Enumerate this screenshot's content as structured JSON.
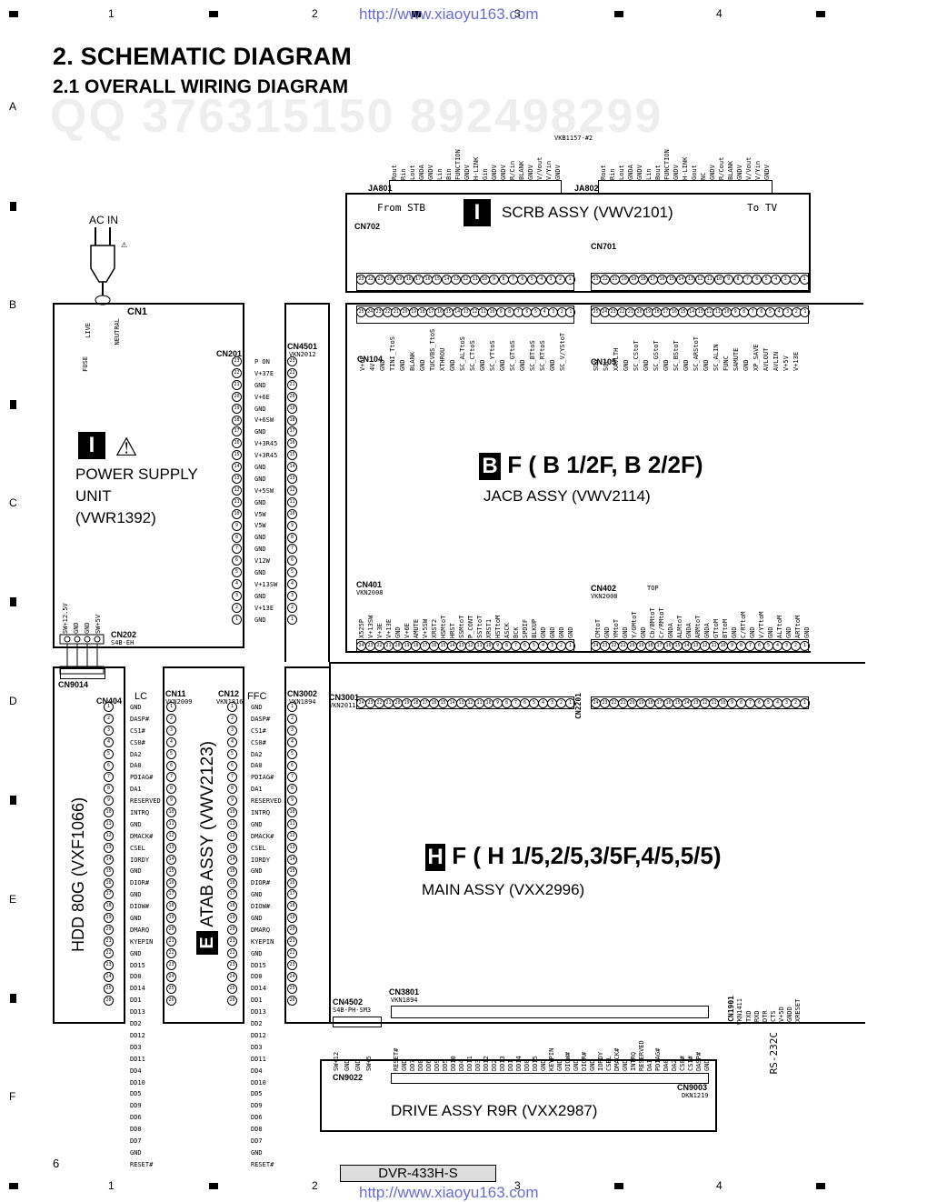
{
  "grid": {
    "columns": [
      "1",
      "2",
      "3",
      "4"
    ],
    "rows": [
      "A",
      "B",
      "C",
      "D",
      "E",
      "F"
    ]
  },
  "watermark": {
    "url": "http://www.xiaoyu163.com",
    "qq": "QQ 376315150   892498299"
  },
  "page": {
    "title": "2. SCHEMATIC DIAGRAM",
    "subtitle": "2.1 OVERALL WIRING DIAGRAM",
    "page_number": "6",
    "model": "DVR-433H-S"
  },
  "power_supply": {
    "ac_in": "AC IN",
    "badge": "I",
    "name_line1": "POWER SUPPLY",
    "name_line2": "UNIT",
    "part": "(VWR1392)",
    "cn1": "CN1",
    "cn201": "CN201",
    "cn202": "CN202",
    "cn202_part": "S4B-EH",
    "fuse": "FUSE",
    "live": "LIVE",
    "neutral": "NEUTRAL",
    "cn201_pins": [
      "P ON",
      "V+37E",
      "GND",
      "V+6E",
      "GND",
      "V+6SW",
      "GND",
      "V+3R45",
      "V+3R45",
      "GND",
      "GND",
      "V+5SW",
      "GND",
      "V5W",
      "V5W",
      "GND",
      "GND",
      "V12W",
      "GND",
      "V+13SW",
      "GND",
      "V+13E",
      "GND"
    ],
    "cn202_pins": [
      "SW+12.5V",
      "GND",
      "GND",
      "SW+5V"
    ]
  },
  "cn4501": {
    "label": "CN4501",
    "part": "VKN2012"
  },
  "scrb": {
    "badge": "I",
    "name": "SCRB ASSY (VWV2101)",
    "from_stb": "From STB",
    "to_tv": "To TV",
    "ja801": "JA801",
    "ja802": "JA802",
    "vkb": "VKB1157-#2",
    "cn702": "CN702",
    "cn701": "CN701",
    "ja801_pins": [
      "Rout",
      "Rin",
      "Lout",
      "GNDA",
      "GNDV",
      "Lin",
      "Bin",
      "FUNCTION",
      "GNDV",
      "H-LINK",
      "Gin",
      "GNDV",
      "GNDV",
      "R/Cin",
      "BLANK",
      "GNDV",
      "V/Vout",
      "V/Yin",
      "GNDV"
    ],
    "ja802_pins": [
      "Rout",
      "Rin",
      "Lout",
      "GNDA",
      "GNDV",
      "Lin",
      "Bout",
      "FUNCTION",
      "GNDV",
      "H-LINK",
      "Gout",
      "NC",
      "GNDV",
      "R/Cout",
      "BLANK",
      "GNDV",
      "V/Vout",
      "V/Yin",
      "GNDV"
    ]
  },
  "jacb": {
    "badge": "B",
    "title": "F ( B 1/2F, B 2/2F)",
    "name": "JACB ASSY (VWV2114)",
    "cn104": "CN104",
    "cn105": "CN105",
    "cn401": "CN401",
    "cn401_part": "VKN2008",
    "cn402": "CN402",
    "cn402_part": "VKN2008",
    "top": "TOP",
    "cn104_pins": [
      "V+6E",
      "4V",
      "GND",
      "TINI_TtoS",
      "GND",
      "BLANK",
      "GND",
      "TUCVBS_TtoS",
      "XTHROU",
      "GND",
      "SC_ALTtoS",
      "SC_CTtoS",
      "GND",
      "SC_YTtoS",
      "GND",
      "SC_GTtoS",
      "GND",
      "SC_BTtoS",
      "SC_RTtoS",
      "GND",
      "SC_V/YStoT"
    ],
    "cn105_pins": [
      "SDA",
      "SCL",
      "XAVLTH",
      "GND",
      "SC_CStoT",
      "GND",
      "SC_GStoT",
      "GND",
      "SC_BStoT",
      "GND",
      "SC_ARStoT",
      "GND",
      "SC_ALIN",
      "FUNC",
      "SAMUTE",
      "GND",
      "XP_SAVE",
      "AVLOUT",
      "AVLIN",
      "V+5V",
      "V+13E"
    ],
    "cn401_pins": [
      "X525P",
      "V+13SW",
      "V+3E",
      "V+13E",
      "GND",
      "V+6E",
      "AMUTE",
      "V+5SW",
      "XRST2",
      "HSMtoT",
      "HRST",
      "SSMtoT",
      "P_CONT",
      "SSTtoT",
      "XRST1",
      "HSTtoM",
      "ASCK",
      "BCK",
      "SPDIF",
      "BLKUP",
      "GND",
      "GND",
      "GND",
      "GND"
    ],
    "cn402_pins": [
      "CMtoT",
      "GND",
      "YMtoT",
      "GND",
      "Y/GMtoT",
      "GND",
      "Cb/BMtoT",
      "Cr/RMtoT",
      "GNDA",
      "ALMtoT",
      "GNDA",
      "ARMtoT",
      "GNDA",
      "GTtoM",
      "BTtoM",
      "GND",
      "C/RTtoM",
      "GND",
      "V/YTtoM",
      "GND",
      "ALTtoM",
      "GND",
      "ARTtoM",
      "GND"
    ]
  },
  "main": {
    "badge": "H",
    "title": "F ( H 1/5,2/5,3/5F,4/5,5/5)",
    "name": "MAIN ASSY (VXX2996)",
    "cn3001": "CN3001",
    "cn3001_part": "VKN2011",
    "cn2201": "CN2201",
    "cn3002": "CN3002",
    "cn3002_part": "VKN1894",
    "cn3801": "CN3801",
    "cn3801_part": "VKN1894",
    "cn4502": "CN4502",
    "cn4502_part": "S4B-PH-SM3",
    "cn1901": "CN1901",
    "cn1901_part": "VKN1411",
    "rs232c": "RS-232C",
    "cn1901_pins": [
      "TXD",
      "RXD",
      "DTR",
      "CTS",
      "V+5D",
      "GNDD",
      "XRESET"
    ]
  },
  "hdd": {
    "name": "HDD 80G (VXF1066)",
    "cn9014": "CN9014",
    "cn404": "CN404",
    "pins": [
      "GND",
      "DASP#",
      "CS1#",
      "CS0#",
      "DA2",
      "DA0",
      "PDIAG#",
      "DA1",
      "RESERVED",
      "INTRQ",
      "GND",
      "DMACK#",
      "CSEL",
      "IORDY",
      "GND",
      "DIOR#",
      "GND",
      "DIOW#",
      "GND",
      "DMARQ",
      "KYEPIN",
      "GND",
      "DD15",
      "DD0",
      "DD14",
      "DD1",
      "DD13",
      "DD2",
      "DD12",
      "DD3",
      "DD11",
      "DD4",
      "DD10",
      "DD5",
      "DD9",
      "DD6",
      "DD8",
      "DD7",
      "GND",
      "RESET#"
    ]
  },
  "atab": {
    "badge": "E",
    "name": "ATAB ASSY (VWV2123)",
    "lc": "LC",
    "ffc": "FFC",
    "cn11": "CN11",
    "cn11_part": "VKN2009",
    "cn12": "CN12",
    "cn12_part": "VKN1816"
  },
  "drive": {
    "name": "DRIVE ASSY R9R (VXX2987)",
    "cn9022": "CN9022",
    "cn9003": "CN9003",
    "cn9003_part": "DKN1219",
    "cn9022_pins": [
      "SW+12",
      "GND",
      "GND",
      "SW+5"
    ],
    "cn3801_pins": [
      "RESET#",
      "GND",
      "DD7",
      "DD8",
      "DD6",
      "DD9",
      "DD5",
      "DD10",
      "DD4",
      "DD11",
      "DD3",
      "DD12",
      "DD2",
      "DD13",
      "DD1",
      "DD14",
      "DD0",
      "DD15",
      "GND",
      "KEYPIN",
      "GND",
      "DIOW#",
      "GND",
      "DIOR#",
      "GND",
      "IORDY",
      "CSEL",
      "DMACK#",
      "GND",
      "INTRQ",
      "RESERVED",
      "DA1",
      "PDIAG#",
      "DA0",
      "DA2",
      "CS0#",
      "CS1#",
      "DASP#",
      "GND"
    ]
  }
}
